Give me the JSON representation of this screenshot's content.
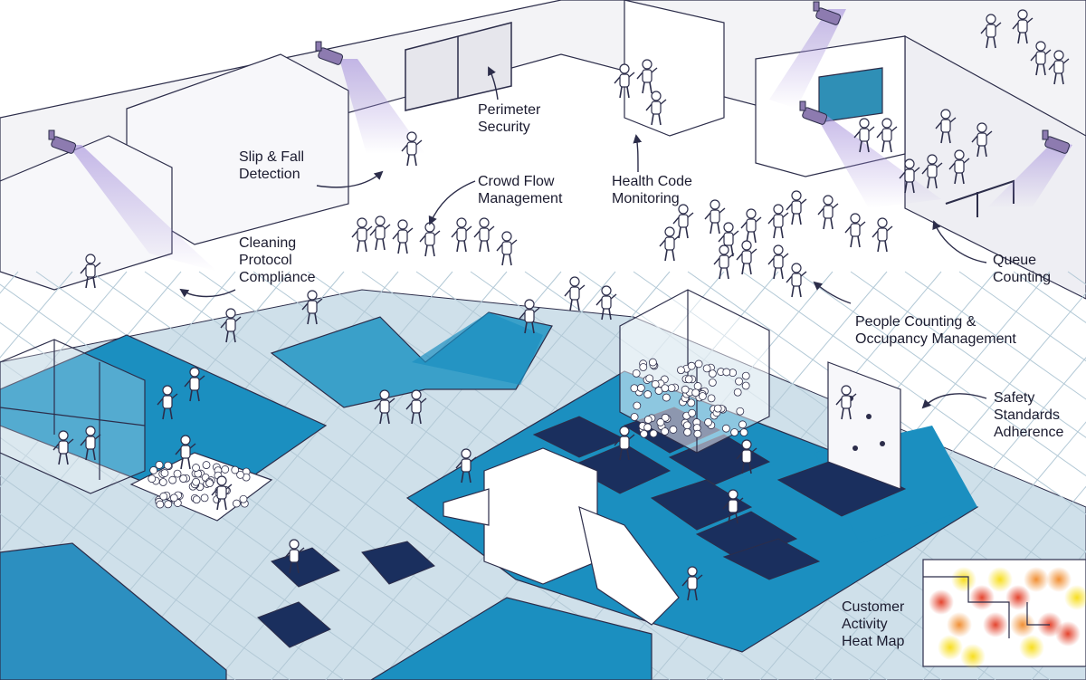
{
  "colors": {
    "pool_light": "#3aa0c9",
    "pool_mid": "#1b8fc0",
    "pool_dark": "#1a2f5e",
    "floor": "#cfe0ea",
    "floor_line": "#b3c9d6",
    "wall": "#f3f3f6",
    "line": "#2c2d4a",
    "camera": "#8d7bb0",
    "camera_beam": "#b6a6e0",
    "text": "#1b1b2f",
    "heat_red": "#e5462a",
    "heat_orange": "#f08a2a",
    "heat_yellow": "#f5d60e"
  },
  "labels": {
    "slip_fall": "Slip & Fall\nDetection",
    "perimeter_security": "Perimeter\nSecurity",
    "health_code": "Health Code\nMonitoring",
    "crowd_flow": "Crowd Flow\nManagement",
    "cleaning": "Cleaning\nProtocol\nCompliance",
    "queue_counting": "Queue\nCounting",
    "people_counting": "People Counting &\nOccupancy Management",
    "safety_standards": "Safety\nStandards\nAdherence",
    "heat_map": "Customer\nActivity\nHeat Map"
  },
  "icons": {
    "camera": "security-camera-icon",
    "heat_map": "heat-map-thumbnail"
  }
}
